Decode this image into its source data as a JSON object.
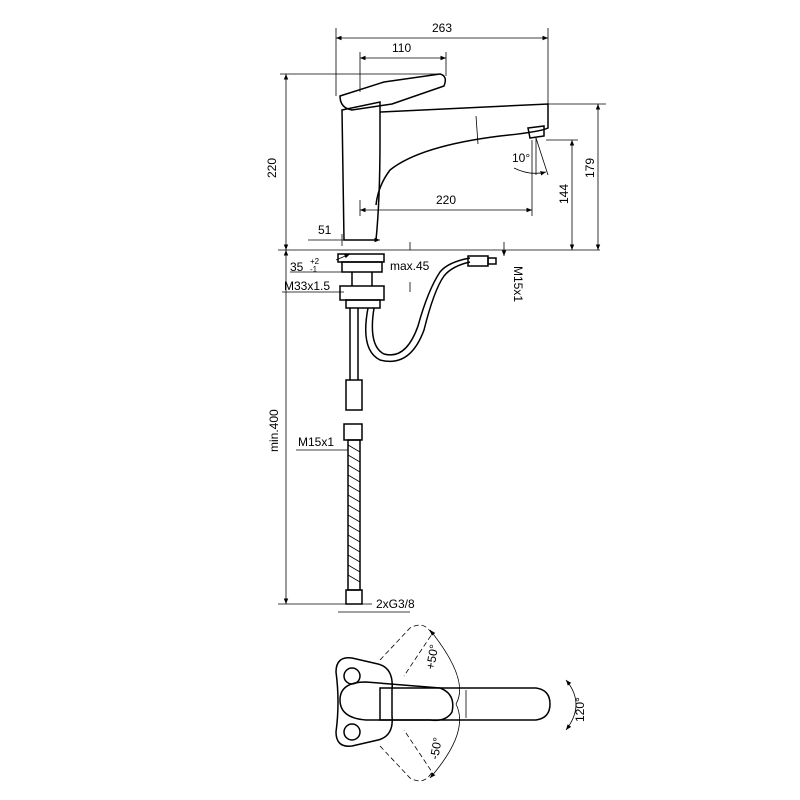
{
  "dimensions": {
    "width_total": "263",
    "lever_length": "110",
    "height_total": "220",
    "spout_reach": "220",
    "base_offset": "51",
    "spout_height_outer": "179",
    "spout_height_inner": "144",
    "spray_angle": "10°",
    "hole_diameter": "35",
    "hole_tol_plus": "+2",
    "hole_tol_minus": "-1",
    "deck_thickness": "max.45",
    "thread_shank": "M33x1.5",
    "thread_hose": "M15x1",
    "thread_supply": "M15x1",
    "supply_length": "min.400",
    "connection": "2xG3/8",
    "lever_rot_up": "+50°",
    "lever_rot_down": "-50°",
    "spout_rot": "120°"
  }
}
